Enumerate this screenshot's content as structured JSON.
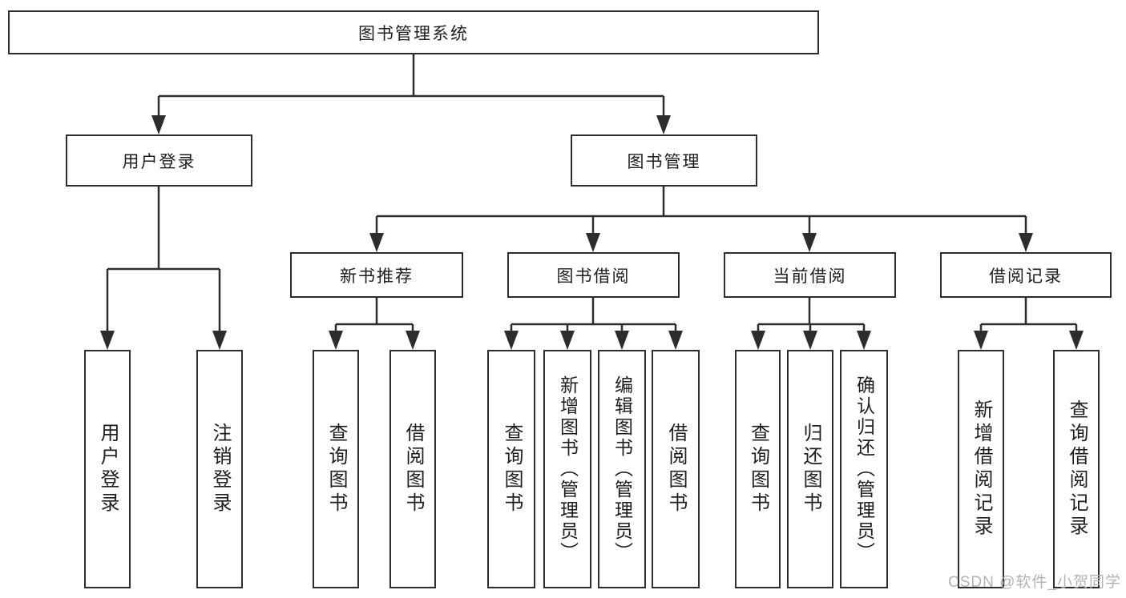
{
  "tree": {
    "root": {
      "label": "图书管理系统",
      "children": [
        {
          "label": "用户登录",
          "children": [
            {
              "label": "用户登录"
            },
            {
              "label": "注销登录"
            }
          ]
        },
        {
          "label": "图书管理",
          "children": [
            {
              "label": "新书推荐",
              "children": [
                {
                  "label": "查询图书"
                },
                {
                  "label": "借阅图书"
                }
              ]
            },
            {
              "label": "图书借阅",
              "children": [
                {
                  "label": "查询图书"
                },
                {
                  "label": "新增图书（管理员）"
                },
                {
                  "label": "编辑图书（管理员）"
                },
                {
                  "label": "借阅图书"
                }
              ]
            },
            {
              "label": "当前借阅",
              "children": [
                {
                  "label": "查询图书"
                },
                {
                  "label": "归还图书"
                },
                {
                  "label": "确认归还（管理员）"
                }
              ]
            },
            {
              "label": "借阅记录",
              "children": [
                {
                  "label": "新增借阅记录"
                },
                {
                  "label": "查询借阅记录"
                }
              ]
            }
          ]
        }
      ]
    }
  },
  "watermark": {
    "text": "CSDN @软件_小贺同学"
  },
  "colors": {
    "line": "#2d2d2d",
    "text": "#1e1e1e",
    "watermark": "#b5b2b2",
    "background": "#ffffff"
  }
}
